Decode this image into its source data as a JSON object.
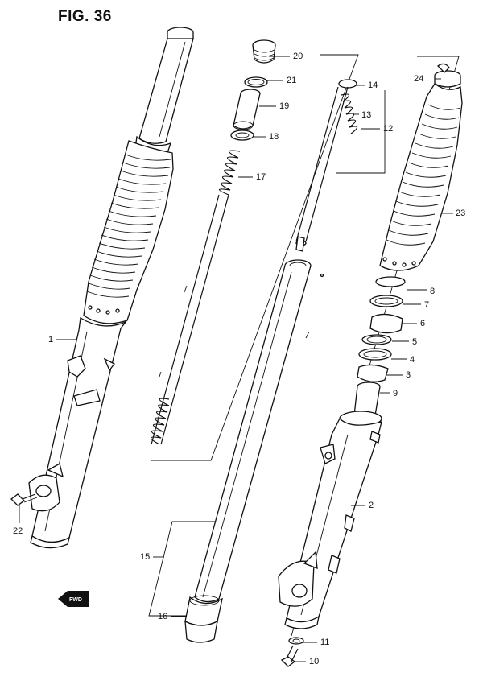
{
  "figure": {
    "title": "FIG. 36"
  },
  "parts": [
    {
      "id": "p1",
      "label": "1"
    },
    {
      "id": "p2",
      "label": "2"
    },
    {
      "id": "p3",
      "label": "3"
    },
    {
      "id": "p4",
      "label": "4"
    },
    {
      "id": "p5",
      "label": "5"
    },
    {
      "id": "p6",
      "label": "6"
    },
    {
      "id": "p7",
      "label": "7"
    },
    {
      "id": "p8",
      "label": "8"
    },
    {
      "id": "p9",
      "label": "9"
    },
    {
      "id": "p10",
      "label": "10"
    },
    {
      "id": "p11",
      "label": "11"
    },
    {
      "id": "p12",
      "label": "12"
    },
    {
      "id": "p13",
      "label": "13"
    },
    {
      "id": "p14",
      "label": "14"
    },
    {
      "id": "p15",
      "label": "15"
    },
    {
      "id": "p16",
      "label": "16"
    },
    {
      "id": "p17",
      "label": "17"
    },
    {
      "id": "p18",
      "label": "18"
    },
    {
      "id": "p19",
      "label": "19"
    },
    {
      "id": "p20",
      "label": "20"
    },
    {
      "id": "p21",
      "label": "21"
    },
    {
      "id": "p22",
      "label": "22"
    },
    {
      "id": "p23",
      "label": "23"
    },
    {
      "id": "p24",
      "label": "24"
    }
  ],
  "direction_badge": {
    "text": "FWD"
  }
}
